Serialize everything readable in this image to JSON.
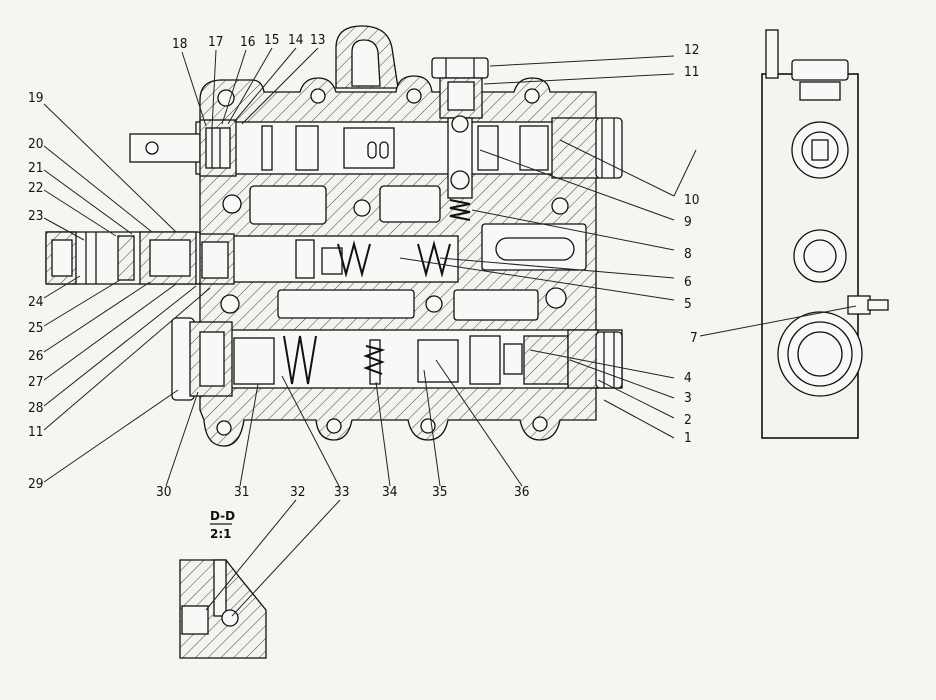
{
  "drawing": {
    "section_title": "D-D",
    "section_scale": "2:1",
    "callouts_right": [
      {
        "id": "c12",
        "text": "12"
      },
      {
        "id": "c11r",
        "text": "11"
      },
      {
        "id": "c10",
        "text": "10"
      },
      {
        "id": "c9",
        "text": "9"
      },
      {
        "id": "c8",
        "text": "8"
      },
      {
        "id": "c6",
        "text": "6"
      },
      {
        "id": "c5",
        "text": "5"
      },
      {
        "id": "c7",
        "text": "7"
      },
      {
        "id": "c4",
        "text": "4"
      },
      {
        "id": "c3",
        "text": "3"
      },
      {
        "id": "c2",
        "text": "2"
      },
      {
        "id": "c1",
        "text": "1"
      }
    ],
    "callouts_top": [
      {
        "id": "c18",
        "text": "18"
      },
      {
        "id": "c17",
        "text": "17"
      },
      {
        "id": "c16",
        "text": "16"
      },
      {
        "id": "c15",
        "text": "15"
      },
      {
        "id": "c14",
        "text": "14"
      },
      {
        "id": "c13",
        "text": "13"
      }
    ],
    "callouts_left": [
      {
        "id": "c19",
        "text": "19"
      },
      {
        "id": "c20",
        "text": "20"
      },
      {
        "id": "c21",
        "text": "21"
      },
      {
        "id": "c22",
        "text": "22"
      },
      {
        "id": "c23",
        "text": "23"
      },
      {
        "id": "c24",
        "text": "24"
      },
      {
        "id": "c25",
        "text": "25"
      },
      {
        "id": "c26",
        "text": "26"
      },
      {
        "id": "c27",
        "text": "27"
      },
      {
        "id": "c28",
        "text": "28"
      },
      {
        "id": "c11l",
        "text": "11"
      },
      {
        "id": "c29",
        "text": "29"
      }
    ],
    "callouts_bottom": [
      {
        "id": "c30",
        "text": "30"
      },
      {
        "id": "c31",
        "text": "31"
      },
      {
        "id": "c32",
        "text": "32"
      },
      {
        "id": "c33",
        "text": "33"
      },
      {
        "id": "c34",
        "text": "34"
      },
      {
        "id": "c35",
        "text": "35"
      },
      {
        "id": "c36",
        "text": "36"
      }
    ]
  }
}
